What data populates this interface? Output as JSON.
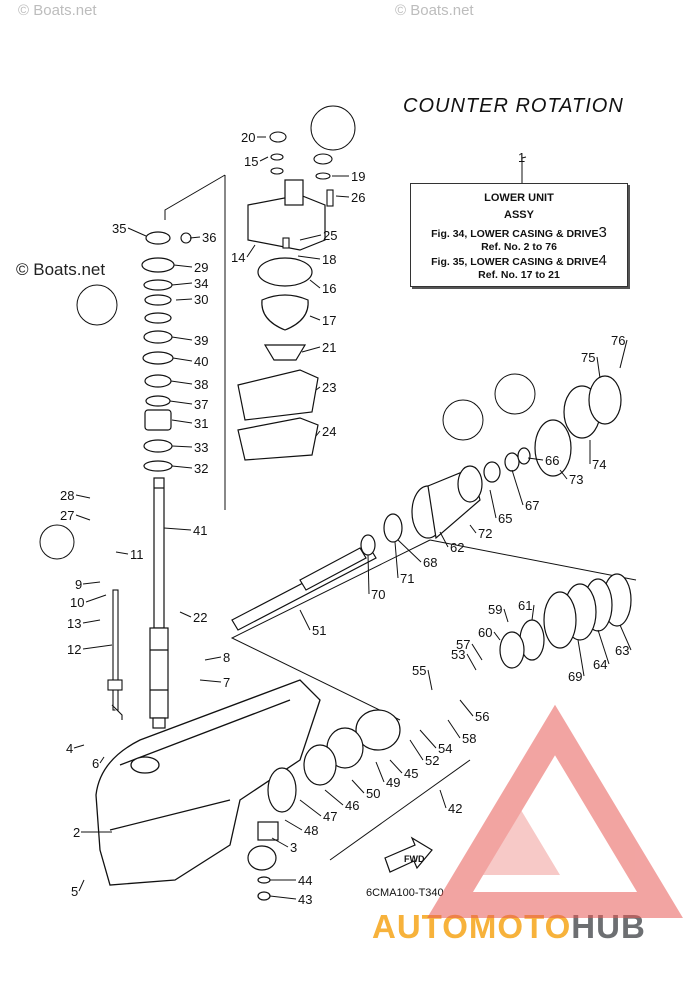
{
  "title": "COUNTER ROTATION",
  "ref_box": {
    "number": "1",
    "line1": "LOWER UNIT",
    "line2": "ASSY",
    "fig34": "Fig. 34, LOWER CASING & DRIVE",
    "fig34_num": "3",
    "ref34": "Ref. No. 2 to 76",
    "fig35": "Fig. 35, LOWER CASING & DRIVE",
    "fig35_num": "4",
    "ref35": "Ref. No. 17 to 21"
  },
  "diagram_code": "6CMA100-T340",
  "fwd_label": "FWD",
  "watermarks": {
    "main": "© Boats.net",
    "tl": "© Boats.net",
    "tr": "© Boats.net"
  },
  "brand": {
    "part1": "AUTO",
    "part2": "MOTO",
    "part3": "HUB"
  },
  "part_numbers": [
    "1",
    "2",
    "3",
    "4",
    "5",
    "6",
    "7",
    "8",
    "9",
    "10",
    "11",
    "12",
    "13",
    "14",
    "15",
    "16",
    "17",
    "18",
    "19",
    "20",
    "21",
    "22",
    "23",
    "24",
    "25",
    "26",
    "27",
    "28",
    "29",
    "30",
    "31",
    "32",
    "33",
    "34",
    "35",
    "36",
    "37",
    "38",
    "39",
    "40",
    "41",
    "42",
    "43",
    "44",
    "45",
    "46",
    "47",
    "48",
    "49",
    "50",
    "51",
    "52",
    "53",
    "54",
    "55",
    "56",
    "57",
    "58",
    "59",
    "60",
    "61",
    "62",
    "63",
    "64",
    "65",
    "66",
    "67",
    "68",
    "69",
    "70",
    "71",
    "72",
    "73",
    "74",
    "75",
    "76"
  ],
  "colors": {
    "line": "#111111",
    "logo_orange": "#f7b23b",
    "logo_gray": "#6d6f72",
    "logo_red": "#e85a55"
  }
}
